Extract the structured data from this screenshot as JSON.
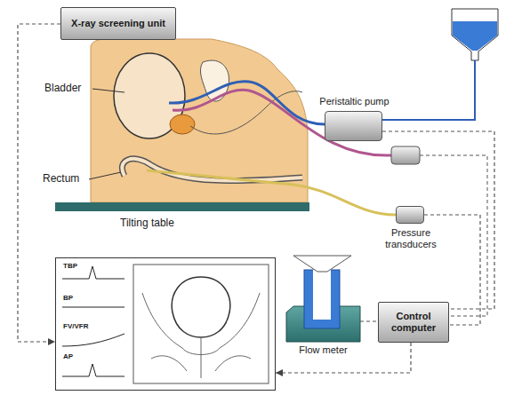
{
  "diagram": {
    "nodes": [
      {
        "text": [
          "X-ray screening unit"
        ]
      },
      {
        "text": [
          "Peristaltic pump"
        ]
      },
      {
        "text": [
          "Pressure transducers"
        ]
      },
      {
        "text": [
          "TBP",
          "BP",
          "FV/VFR",
          "AP"
        ]
      },
      {
        "text": [
          "Flow meter"
        ]
      },
      {
        "text": [
          "Control computer"
        ]
      }
    ],
    "edges": [
      {
        "from": 0,
        "to": 3,
        "arrow": "to"
      },
      {
        "from": 5,
        "to": 3,
        "arrow": "to"
      },
      {
        "from": 1,
        "to": 5,
        "arrow": "none"
      },
      {
        "from": 2,
        "to": 5,
        "arrow": "none"
      },
      {
        "from": 4,
        "to": 5,
        "arrow": "none"
      }
    ],
    "labels": [
      "Bladder",
      "Rectum",
      "Tilting table"
    ]
  }
}
